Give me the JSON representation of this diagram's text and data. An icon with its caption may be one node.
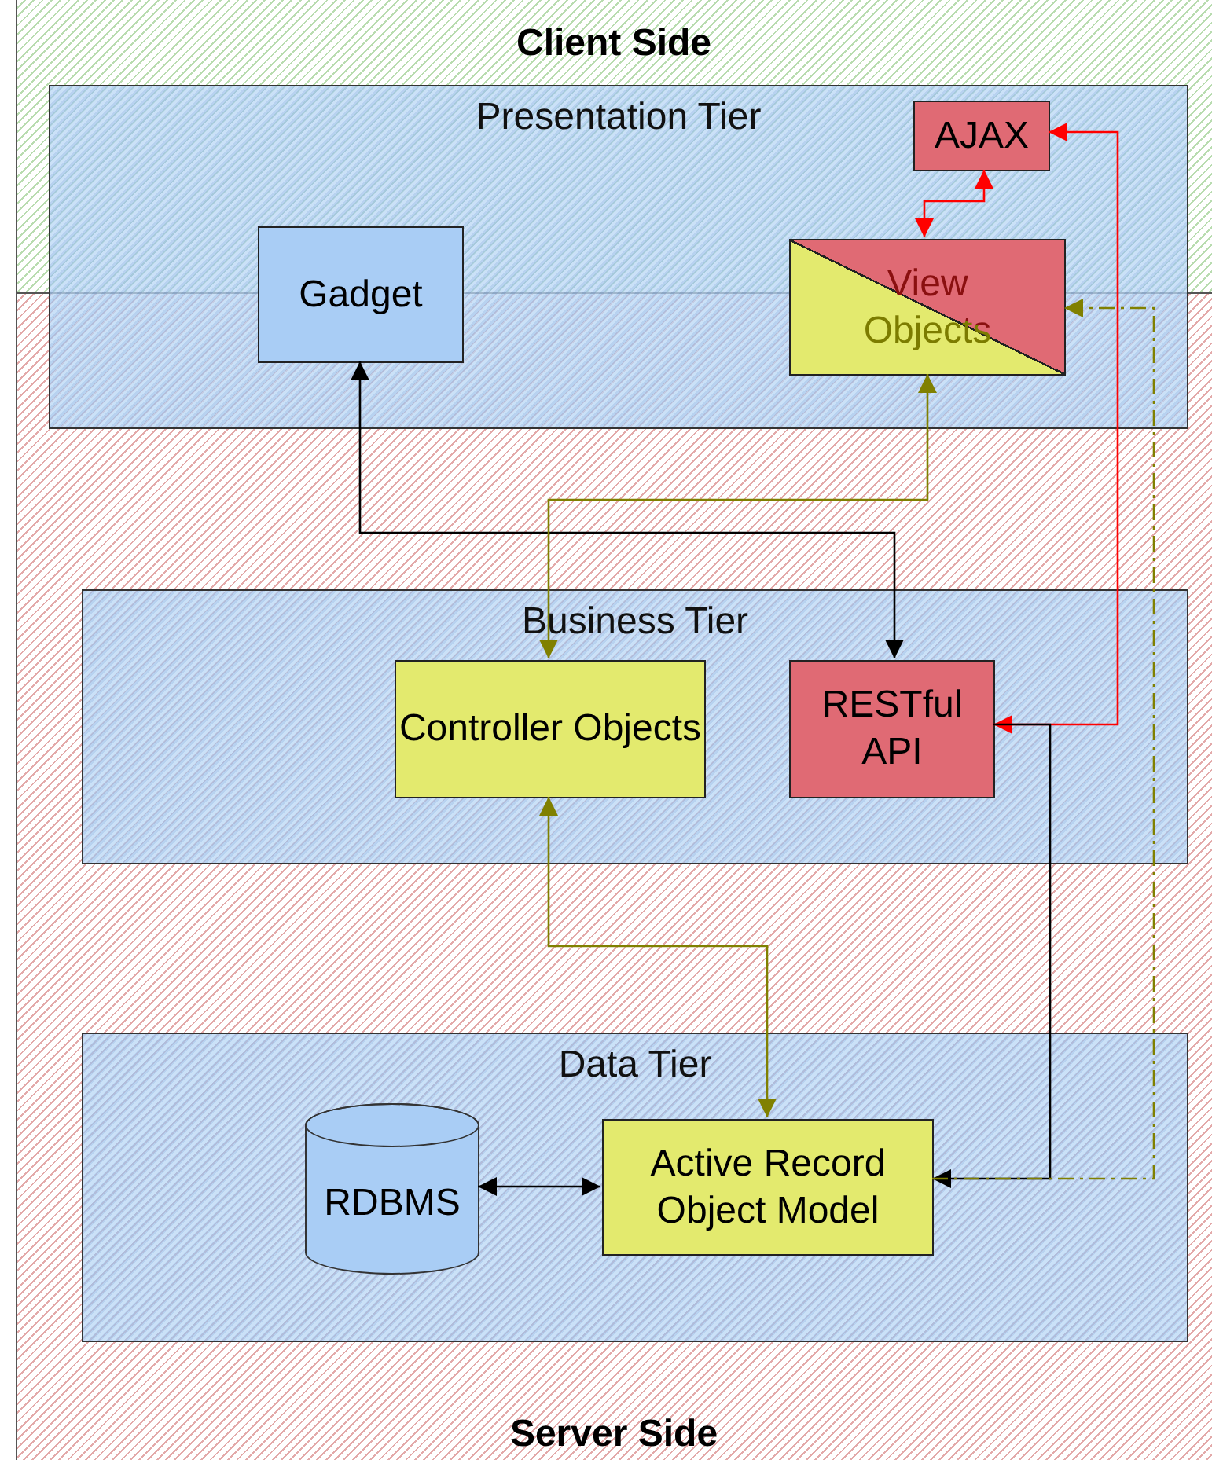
{
  "diagram": {
    "nodes": [
      {
        "text": [
          "Presentation Tier"
        ]
      },
      {
        "text": [
          "AJAX"
        ],
        "in": 0
      },
      {
        "text": [
          "Gadget"
        ],
        "in": 0
      },
      {
        "text": [
          "View Objects"
        ],
        "in": 0
      },
      {
        "text": [
          "Business Tier"
        ]
      },
      {
        "text": [
          "Controller Objects"
        ],
        "in": 4
      },
      {
        "text": [
          "RESTful API"
        ],
        "in": 4
      },
      {
        "text": [
          "Data Tier"
        ]
      },
      {
        "text": [
          "RDBMS"
        ],
        "in": 7
      },
      {
        "text": [
          "Active Record Object Model"
        ],
        "in": 7
      }
    ],
    "edges": [
      {
        "from": 6,
        "to": 2,
        "arrow": "both"
      },
      {
        "from": 5,
        "to": 3,
        "arrow": "both",
        "color": "#808000"
      },
      {
        "from": 1,
        "to": 3,
        "arrow": "both",
        "color": "#ff0000"
      },
      {
        "from": 6,
        "to": 1,
        "arrow": "both",
        "color": "#ff0000"
      },
      {
        "from": 6,
        "to": 9,
        "arrow": "to"
      },
      {
        "from": 9,
        "to": 3,
        "arrow": "to",
        "style": "dashed",
        "color": "#808000"
      },
      {
        "from": 8,
        "to": 9,
        "arrow": "both"
      },
      {
        "from": 5,
        "to": 9,
        "arrow": "both",
        "color": "#808000"
      }
    ],
    "labels": [
      "Client Side",
      "Server Side"
    ]
  }
}
